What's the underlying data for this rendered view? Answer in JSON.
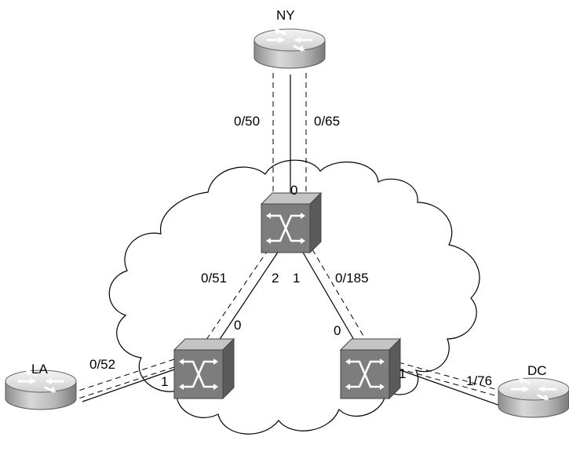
{
  "devices": {
    "ny_router": {
      "label": "NY",
      "type": "router"
    },
    "la_router": {
      "label": "LA",
      "type": "router"
    },
    "dc_router": {
      "label": "DC",
      "type": "router"
    },
    "top_switch": {
      "type": "atm-switch"
    },
    "left_switch": {
      "type": "atm-switch"
    },
    "right_switch": {
      "type": "atm-switch"
    }
  },
  "cloud": {
    "type": "network-cloud"
  },
  "labels": {
    "ny_vc_left": "0/50",
    "ny_vc_right": "0/65",
    "top_port_ny": "0",
    "top_port_left": "2",
    "top_port_right": "1",
    "top_left_vc": "0/51",
    "top_right_vc": "0/185",
    "left_port_top": "0",
    "left_port_la": "1",
    "la_vc": "0/52",
    "right_port_top": "0",
    "right_port_dc": "1",
    "dc_vc": "1/76"
  },
  "colors": {
    "router_light": "#ececec",
    "router_dark": "#9a9a9a",
    "switch_front": "#7d7d7d",
    "switch_top": "#c4c4c4",
    "switch_side": "#5a5a5a",
    "line": "#000000"
  }
}
